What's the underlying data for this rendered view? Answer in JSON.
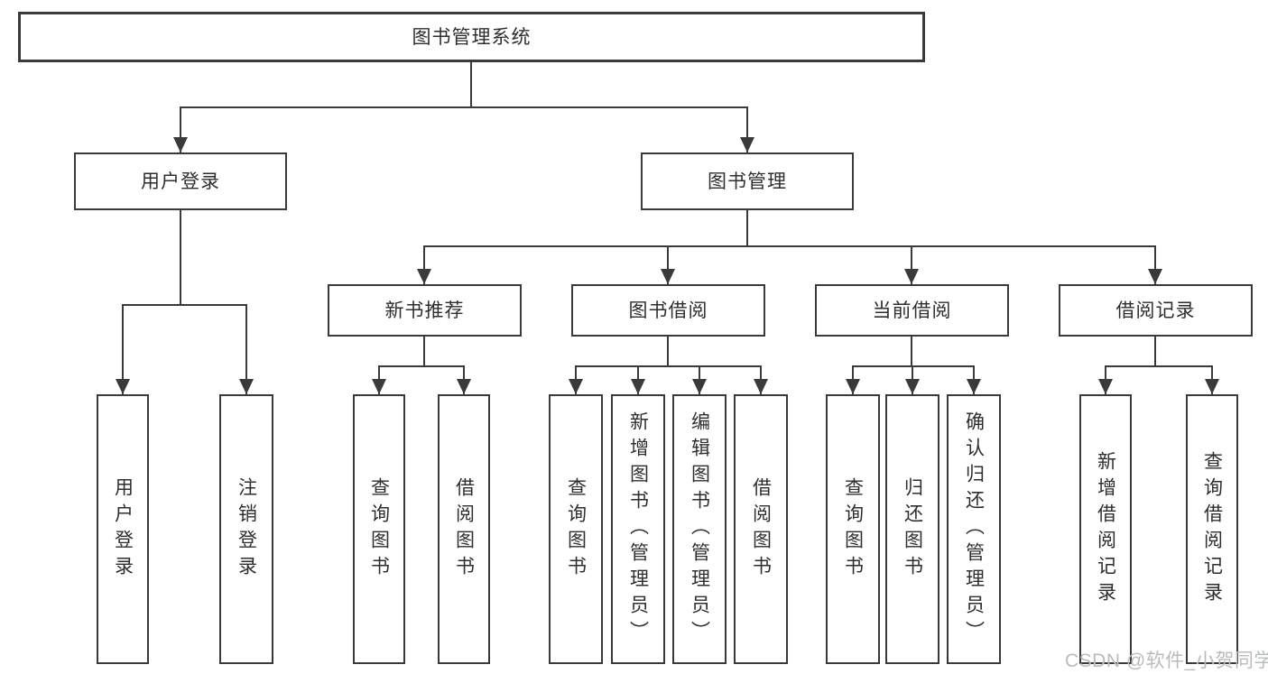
{
  "title": {
    "label": "图书管理系统"
  },
  "level2": {
    "user_login": "用户登录",
    "book_management": "图书管理"
  },
  "level3": {
    "new_books": "新书推荐",
    "book_borrowing": "图书借阅",
    "current_borrowing": "当前借阅",
    "borrowing_records": "借阅记录"
  },
  "leaves": {
    "user_login": "用户登录",
    "logout": "注销登录",
    "nb_query": "查询图书",
    "nb_borrow": "借阅图书",
    "bb_query": "查询图书",
    "bb_add": "新增图书（管理员）",
    "bb_edit": "编辑图书（管理员）",
    "bb_borrow": "借阅图书",
    "cb_query": "查询图书",
    "cb_return": "归还图书",
    "cb_confirm": "确认归还（管理员）",
    "br_add": "新增借阅记录",
    "br_query": "查询借阅记录"
  },
  "watermark": {
    "text": "CSDN @软件_小贺同学",
    "color": "#b9bcbf"
  },
  "colors": {
    "line": "#3a3a3a",
    "text": "#2e2e2e",
    "background": "#ffffff"
  }
}
